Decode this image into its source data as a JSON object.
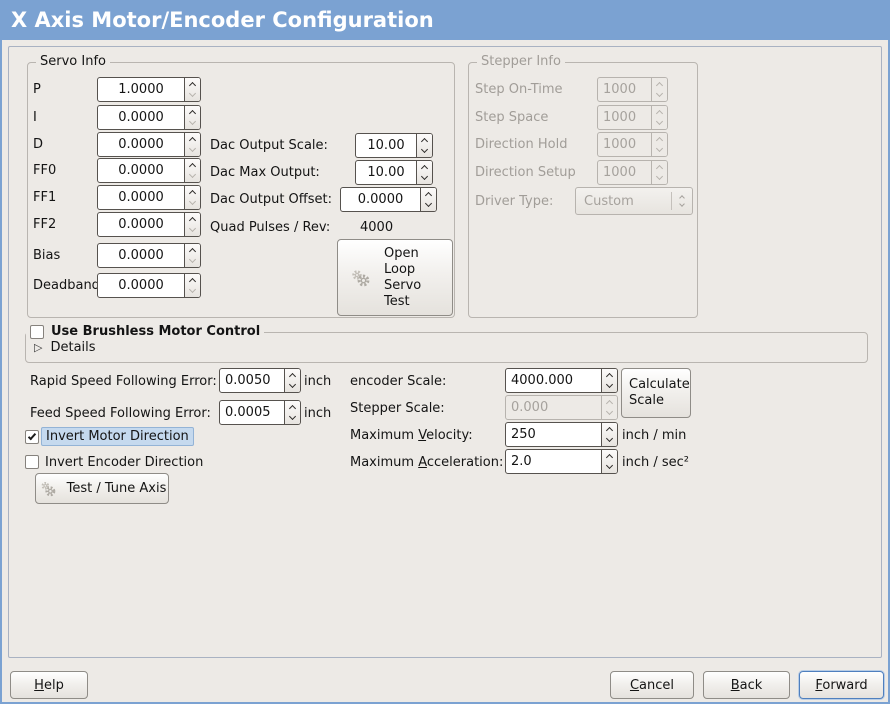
{
  "title": "X Axis Motor/Encoder Configuration",
  "servo": {
    "legend": "Servo Info",
    "rows": [
      {
        "label": "P",
        "value": "1.0000"
      },
      {
        "label": "I",
        "value": "0.0000"
      },
      {
        "label": "D",
        "value": "0.0000"
      },
      {
        "label": "FF0",
        "value": "0.0000"
      },
      {
        "label": "FF1",
        "value": "0.0000"
      },
      {
        "label": "FF2",
        "value": "0.0000"
      },
      {
        "label": "Bias",
        "value": "0.0000"
      },
      {
        "label": "Deadband",
        "value": "0.0000"
      }
    ],
    "dac_rows": [
      {
        "label": "Dac Output Scale:",
        "value": "10.00"
      },
      {
        "label": "Dac Max Output:",
        "value": "10.00"
      },
      {
        "label": "Dac Output Offset:",
        "value": "0.0000"
      }
    ],
    "quad": {
      "label": "Quad Pulses / Rev:",
      "value": "4000"
    },
    "open_loop": {
      "lines": [
        "Open",
        "Loop",
        "Servo",
        "Test"
      ]
    }
  },
  "stepper": {
    "legend": "Stepper Info",
    "rows": [
      {
        "label": "Step On-Time",
        "value": "1000"
      },
      {
        "label": "Step Space",
        "value": "1000"
      },
      {
        "label": "Direction Hold",
        "value": "1000"
      },
      {
        "label": "Direction Setup",
        "value": "1000"
      }
    ],
    "driver": {
      "label": "Driver Type:",
      "value": "Custom"
    }
  },
  "brushless": {
    "label": "Use Brushless Motor Control",
    "details": "Details"
  },
  "following": {
    "rapid": {
      "label": "Rapid Speed Following Error:",
      "value": "0.0050",
      "unit": "inch"
    },
    "feed": {
      "label": "Feed Speed Following Error:",
      "value": "0.0005",
      "unit": "inch"
    },
    "invert_motor": "Invert Motor Direction",
    "invert_encoder": "Invert Encoder Direction",
    "test_button": "Test / Tune Axis"
  },
  "scaling": {
    "encoder": {
      "label": "encoder Scale:",
      "value": "4000.000"
    },
    "calculate": {
      "lines": [
        "Calculate",
        "Scale"
      ]
    },
    "stepper": {
      "label": "Stepper Scale:",
      "value": "0.000"
    },
    "velocity": {
      "pre": "Maximum ",
      "mn": "V",
      "post": "elocity:",
      "value": "250",
      "unit": "inch / min"
    },
    "accel": {
      "pre": "Maximum ",
      "mn": "A",
      "post": "cceleration:",
      "value": "2.0",
      "unit": "inch / sec²"
    }
  },
  "actions": {
    "help": {
      "mn": "H",
      "rest": "elp"
    },
    "cancel": {
      "mn": "C",
      "rest": "ancel"
    },
    "back": {
      "mn": "B",
      "rest": "ack"
    },
    "forward": {
      "mn": "F",
      "rest": "orward"
    }
  }
}
